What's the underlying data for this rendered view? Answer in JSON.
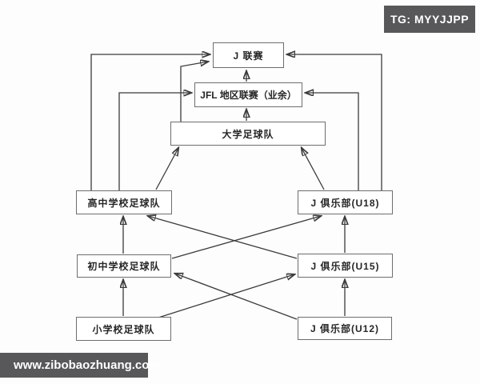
{
  "overlays": {
    "badge": "TG: MYYJJPP",
    "watermark": "www.zibobaozhuang.com"
  },
  "colors": {
    "line": "#3b3b3b",
    "box_border": "#6e6e6e",
    "box_fill": "#ffffff",
    "banner_bg": "#58585a",
    "banner_text": "#ffffff",
    "text": "#262626",
    "background": "#fdfdfd"
  },
  "diagram": {
    "type": "flowchart",
    "description": "Japanese football pyramid / youth development structure",
    "nodes": [
      {
        "id": "j-league",
        "label": "J 联赛"
      },
      {
        "id": "jfl",
        "label": "JFL 地区联赛（业余）"
      },
      {
        "id": "university",
        "label": "大学足球队"
      },
      {
        "id": "high-school",
        "label": "高中学校足球队"
      },
      {
        "id": "j-club-u18",
        "label": "J 俱乐部(U18)"
      },
      {
        "id": "middle-school",
        "label": "初中学校足球队"
      },
      {
        "id": "j-club-u15",
        "label": "J 俱乐部(U15)"
      },
      {
        "id": "elementary",
        "label": "小学校足球队"
      },
      {
        "id": "j-club-u12",
        "label": "J 俱乐部(U12)"
      }
    ],
    "edges": [
      {
        "from": "jfl",
        "to": "j-league"
      },
      {
        "from": "university",
        "to": "jfl"
      },
      {
        "from": "university",
        "to": "j-league"
      },
      {
        "from": "high-school",
        "to": "j-league"
      },
      {
        "from": "high-school",
        "to": "jfl"
      },
      {
        "from": "high-school",
        "to": "university"
      },
      {
        "from": "j-club-u18",
        "to": "j-league"
      },
      {
        "from": "j-club-u18",
        "to": "jfl"
      },
      {
        "from": "j-club-u18",
        "to": "university"
      },
      {
        "from": "middle-school",
        "to": "high-school"
      },
      {
        "from": "elementary",
        "to": "middle-school"
      },
      {
        "from": "j-club-u15",
        "to": "j-club-u18"
      },
      {
        "from": "j-club-u12",
        "to": "j-club-u15"
      },
      {
        "from": "j-club-u15",
        "to": "high-school"
      },
      {
        "from": "middle-school",
        "to": "j-club-u18"
      },
      {
        "from": "j-club-u12",
        "to": "middle-school"
      },
      {
        "from": "elementary",
        "to": "j-club-u15"
      }
    ]
  }
}
